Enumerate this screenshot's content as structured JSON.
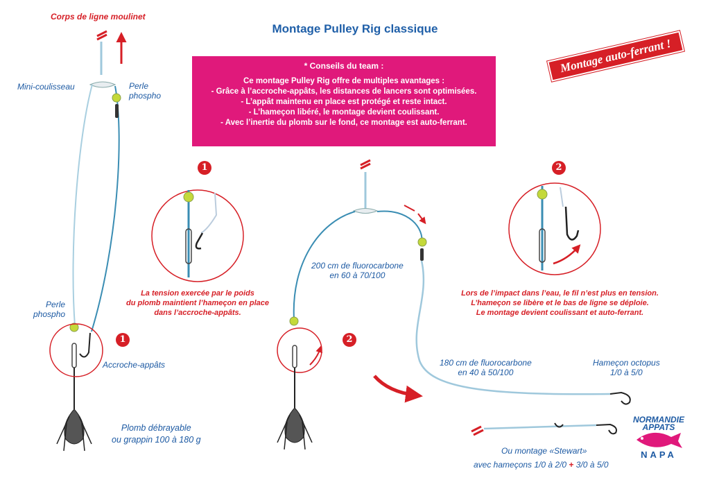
{
  "title": "Montage Pulley Rig classique",
  "stamp": "Montage auto-ferrant !",
  "tips": {
    "heading": "* Conseils du team :",
    "lines": [
      "Ce montage Pulley Rig offre de multiples avantages :",
      "- Grâce à l’accroche-appâts, les distances de lancers sont optimisées.",
      "- L’appât maintenu en place est protégé et reste intact.",
      "- L’hameçon libéré, le montage devient coulissant.",
      "- Avec l’inertie du plomb sur le fond, ce montage est  auto-ferrant."
    ]
  },
  "labels": {
    "corps_ligne": "Corps de ligne moulinet",
    "mini_coulisseau": "Mini-coulisseau",
    "perle_top": [
      "Perle",
      "phospho"
    ],
    "perle_bottom": [
      "Perle",
      "phospho"
    ],
    "accroche": "Accroche-appâts",
    "plomb": [
      "Plomb débrayable",
      "ou grappin 100 à 180 g"
    ],
    "fluoro_200": [
      "200 cm de fluorocarbone",
      "en 60 à 70/100"
    ],
    "fluoro_180": [
      "180 cm de fluorocarbone",
      "en 40 à 50/100"
    ],
    "hamecon": [
      "Hameçon octopus",
      "1/0 à 5/0"
    ],
    "stewart": "Ou montage «Stewart»",
    "stewart_hooks_a": "avec hameçons 1/0 à 2/0",
    "stewart_plus": "+",
    "stewart_hooks_b": "3/0 à 5/0"
  },
  "callouts": {
    "tension": [
      "La tension exercée par le poids",
      "du plomb maintient l’hameçon en place",
      "dans l’accroche-appâts."
    ],
    "impact": [
      "Lors de l’impact dans l’eau, le fil n’est plus en tension.",
      "L’hameçon se libère et le bas de ligne se déploie.",
      "Le montage devient coulissant et auto-ferrant."
    ]
  },
  "markers": {
    "one": "1",
    "two": "2"
  },
  "logo": {
    "line1": "NORMANDIE",
    "line2": "APPATS",
    "line3": "NAPA"
  },
  "colors": {
    "title_blue": "#1f5fa8",
    "tips_magenta": "#e0197b",
    "accent_red": "#d61f26",
    "line_blue": "#3a8db3",
    "bead_green": "#c4d93a"
  }
}
